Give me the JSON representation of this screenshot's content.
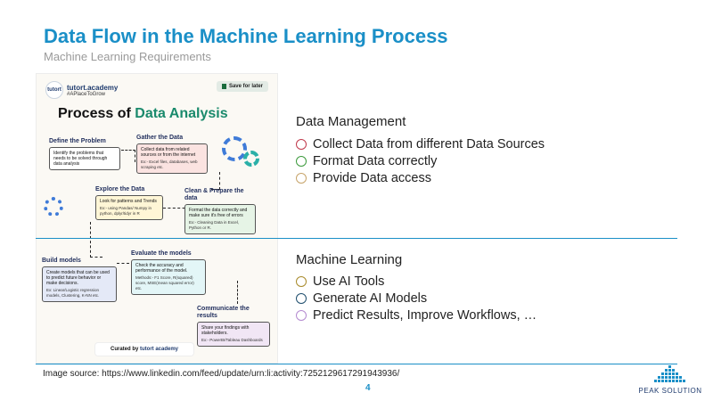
{
  "slide": {
    "title": "Data Flow in the Machine Learning Process",
    "subtitle": "Machine Learning Requirements"
  },
  "infographic": {
    "logo_mark": "tutort",
    "logo_name": "tutort.academy",
    "logo_tag": "#APlaceToGrow",
    "save_label": "Save for later",
    "heading_prefix": "Process of ",
    "heading_accent": "Data Analysis",
    "steps": [
      {
        "title": "Define the Problem",
        "body": "Identify the problems that needs to be solved through data analysis",
        "example": ""
      },
      {
        "title": "Gather the Data",
        "body": "Collect data from related sources or from the internet",
        "example": "Ex:- Excel files, databases, web scraping etc."
      },
      {
        "title": "Explore the Data",
        "body": "Look for patterns and Trends",
        "example": "Ex:- using Pandas/ Numpy in python, dplyr/tidyr in R"
      },
      {
        "title": "Clean & Prepare the data",
        "body": "Format the data correctly and make sure it's free of errors",
        "example": "Ex:- Cleaning Data in Excel, Python or R."
      },
      {
        "title": "Build models",
        "body": "Create models that can be used to predict future behavior or make decisions.",
        "example": "Ex: Linear/Logistic regression models, Clustering, K-NN etc."
      },
      {
        "title": "Evaluate the models",
        "body": "Check the accuracy and performance of the model.",
        "example": "Methods:- F1 Score, R(squared) score, MSE(mean squared error) etc."
      },
      {
        "title": "Communicate the results",
        "body": "Share your findings with stakeholders.",
        "example": "Ex:- PowerBI/Tableau Dashboards"
      }
    ],
    "curated_prefix": "Curated by",
    "curated_brand": "tutort academy"
  },
  "data_management": {
    "heading": "Data Management",
    "items": [
      {
        "label": "Collect Data from different Data Sources",
        "color": "#c0394b"
      },
      {
        "label": "Format Data correctly",
        "color": "#3c9a3c"
      },
      {
        "label": "Provide Data access",
        "color": "#c7a46a"
      }
    ]
  },
  "machine_learning": {
    "heading": "Machine Learning",
    "items": [
      {
        "label": "Use AI Tools",
        "color": "#a88a2a"
      },
      {
        "label": "Generate AI Models",
        "color": "#1f4e6e"
      },
      {
        "label": "Predict Results, Improve Workflows, …",
        "color": "#b48ad0"
      }
    ]
  },
  "footer": {
    "source": "Image source: https://www.linkedin.com/feed/update/urn:li:activity:7252129617291943936/",
    "page_number": "4",
    "brand": "PEAK SOLUTION"
  },
  "colors": {
    "title_blue": "#1a8fc7",
    "brand_navy": "#1f3b6e",
    "accent_teal": "#1a8a6c"
  }
}
